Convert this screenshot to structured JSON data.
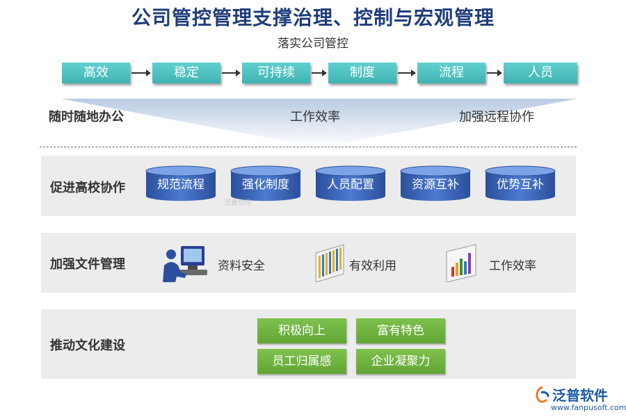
{
  "title": "公司管控管理支撑治理、控制与宏观管理",
  "subtitle": "落实公司管控",
  "flow": [
    "高效",
    "稳定",
    "可持续",
    "制度",
    "流程",
    "人员"
  ],
  "band": {
    "left": "随时随地办公",
    "center": "工作效率",
    "right": "加强远程协作"
  },
  "sections": {
    "collab": {
      "label": "促进高校协作",
      "items": [
        "规范流程",
        "强化制度",
        "人员配置",
        "资源互补",
        "优势互补"
      ]
    },
    "files": {
      "label": "加强文件管理",
      "items": [
        {
          "icon": "computer-user-icon",
          "label": "资料安全"
        },
        {
          "icon": "bar-chart-icon",
          "label": "有效利用"
        },
        {
          "icon": "column-chart-icon",
          "label": "工作效率"
        }
      ]
    },
    "culture": {
      "label": "推动文化建设",
      "buttons": [
        "积极向上",
        "富有特色",
        "员工归属感",
        "企业凝聚力"
      ]
    }
  },
  "logo": {
    "name": "泛普软件",
    "url": "www.fanpusoft.com"
  },
  "watermark": "泛普软件",
  "colors": {
    "flow": "#4fc3c2",
    "cylinder": "#3b63b8",
    "green": "#6fb23f",
    "panel": "#ececec",
    "title": "#1f3d7a"
  }
}
